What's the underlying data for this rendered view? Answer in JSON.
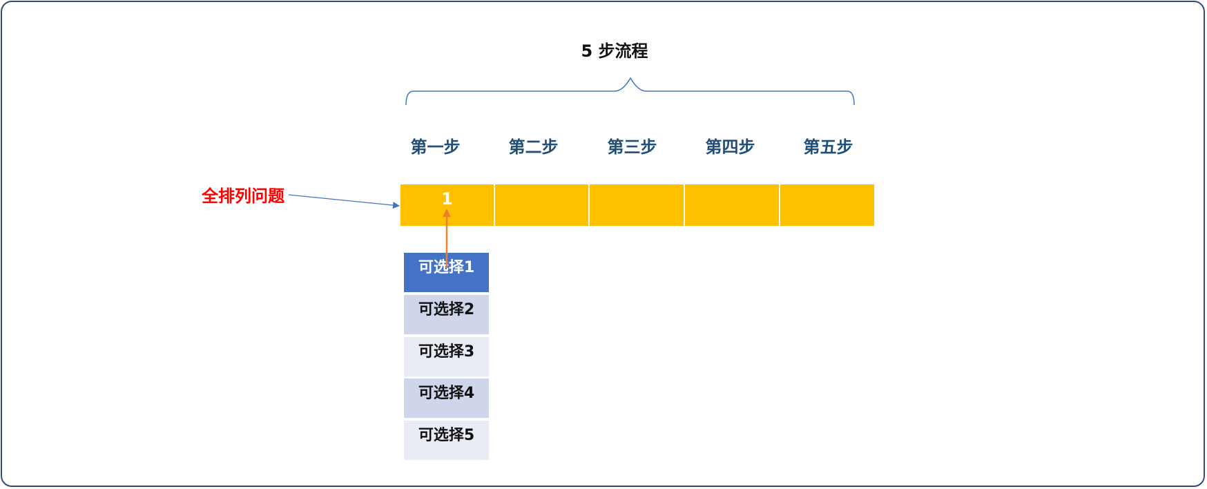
{
  "title": "5 步流程",
  "steps": [
    "第一步",
    "第二步",
    "第三步",
    "第四步",
    "第五步"
  ],
  "cells": [
    "1",
    "",
    "",
    "",
    ""
  ],
  "side_label": "全排列问题",
  "choices": [
    {
      "label": "可选择1",
      "color": "#4472c4",
      "selected": true
    },
    {
      "label": "可选择2",
      "color": "#cfd5ea",
      "selected": false
    },
    {
      "label": "可选择3",
      "color": "#e9ebf5",
      "selected": false
    },
    {
      "label": "可选择4",
      "color": "#cfd5ea",
      "selected": false
    },
    {
      "label": "可选择5",
      "color": "#e9ebf5",
      "selected": false
    }
  ],
  "colors": {
    "frame_border": "#2f4a7a",
    "step_text": "#1f4e79",
    "cell_fill": "#ffc000",
    "side_label": "#ff0000",
    "connector_arrow": "#4472c4",
    "selection_arrow": "#ed7d31",
    "brace": "#4472c4"
  }
}
